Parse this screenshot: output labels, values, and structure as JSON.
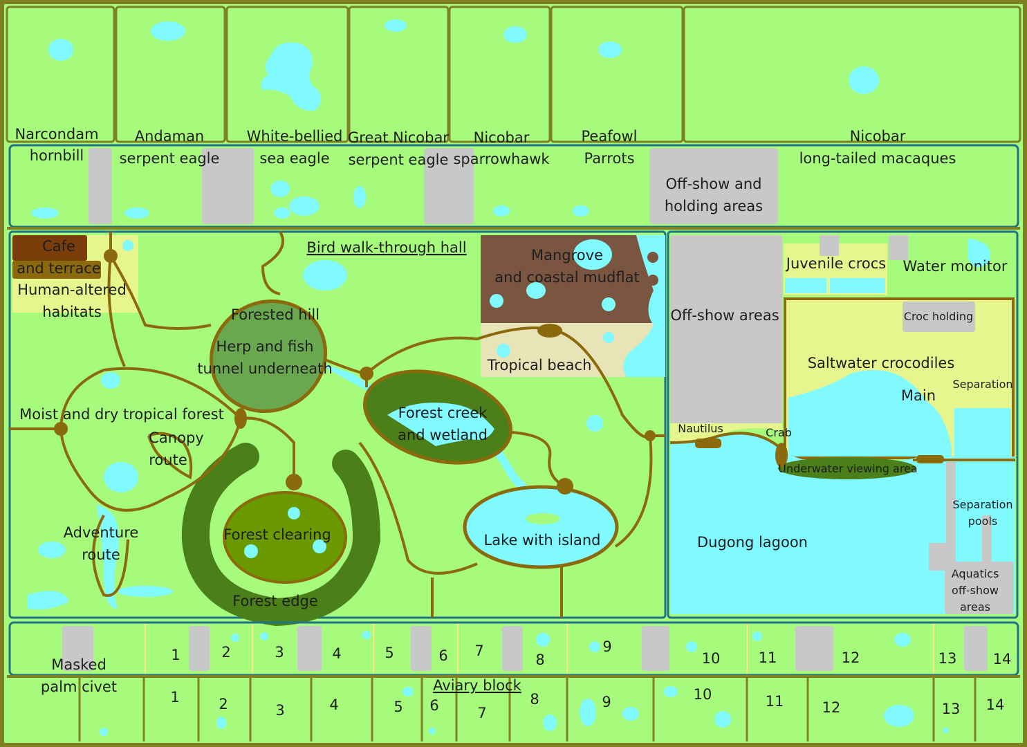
{
  "colors": {
    "grass": "#a6fa7c",
    "water": "#80f9ff",
    "offshow": "#c8c8c8",
    "path": "#8a6a0c",
    "border": "#7f7f24",
    "frame": "#1e7486",
    "forest_dark": "#4a7f1a",
    "forest_mid": "#6aa84f",
    "forest_clear": "#6a9a00",
    "mudflat": "#7a5641",
    "beach": "#e8e4b8",
    "human": "#e6f58e",
    "cafe": "#7b3e0a"
  },
  "top_exhibits": [
    {
      "name_line1": "Narcondam",
      "name_line2": "hornbill"
    },
    {
      "name_line1": "Andaman",
      "name_line2": "serpent eagle"
    },
    {
      "name_line1": "White-bellied",
      "name_line2": "sea eagle"
    },
    {
      "name_line1": "Great Nicobar",
      "name_line2": "serpent eagle"
    },
    {
      "name_line1": "Nicobar",
      "name_line2": "sparrowhawk"
    },
    {
      "name_line1": "Peafowl",
      "name_line2": "Parrots"
    },
    {
      "name_line1": "Nicobar",
      "name_line2": "long-tailed macaques"
    }
  ],
  "offshow_holding": {
    "line1": "Off-show and",
    "line2": "holding areas"
  },
  "hall": {
    "title": "Bird walk-through hall",
    "cafe": "Cafe",
    "terrace": "and terrace",
    "human_line1": "Human-altered",
    "human_line2": "habitats",
    "forested_hill": "Forested hill",
    "herp_line1": "Herp and fish",
    "herp_line2": "tunnel underneath",
    "moist_forest": "Moist and dry tropical forest",
    "canopy_line1": "Canopy",
    "canopy_line2": "route",
    "adventure_line1": "Adventure",
    "adventure_line2": "route",
    "forest_clearing": "Forest clearing",
    "forest_edge": "Forest edge",
    "creek_line1": "Forest creek",
    "creek_line2": "and wetland",
    "mangrove_line1": "Mangrove",
    "mangrove_line2": "and coastal mudflat",
    "beach": "Tropical beach",
    "lake": "Lake with island"
  },
  "aquatic": {
    "offshow": "Off-show areas",
    "juvenile": "Juvenile crocs",
    "water_monitor": "Water monitor",
    "croc_holding": "Croc holding",
    "saltwater": "Saltwater crocodiles",
    "main": "Main",
    "separation": "Separation",
    "nautilus": "Nautilus",
    "crab": "Crab",
    "underwater": "Underwater viewing area",
    "dugong": "Dugong lagoon",
    "sep_pools_line1": "Separation",
    "sep_pools_line2": "pools",
    "aq_off_line1": "Aquatics",
    "aq_off_line2": "off-show",
    "aq_off_line3": "areas"
  },
  "aviary": {
    "title": "Aviary block",
    "civet_line1": "Masked",
    "civet_line2": "palm civet",
    "row_upper": [
      "1",
      "2",
      "3",
      "4",
      "5",
      "6",
      "7",
      "8",
      "9",
      "10",
      "11",
      "12",
      "13",
      "14"
    ],
    "row_lower": [
      "1",
      "2",
      "3",
      "4",
      "5",
      "6",
      "7",
      "8",
      "9",
      "10",
      "11",
      "12",
      "13",
      "14"
    ]
  }
}
